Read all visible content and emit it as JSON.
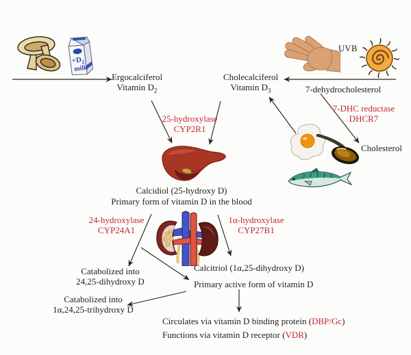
{
  "colors": {
    "background": "#fcfcfa",
    "text": "#24201d",
    "accent_red": "#c5262d",
    "arrow": "#2a2522"
  },
  "sources": {
    "uvb_label": "UVB",
    "milk": {
      "base": "+D",
      "sub": "2",
      "line2": "milk"
    }
  },
  "nodes": {
    "ergocalciferol": {
      "line1": "Ergocalciferol",
      "line2_base": "Vitamin D",
      "line2_sub": "2"
    },
    "cholecalciferol": {
      "line1": "Cholecalciferol",
      "line2_base": "Vitamin D",
      "line2_sub": "3"
    },
    "dehydrocholesterol": {
      "label": "7-dehydrocholesterol"
    },
    "cholesterol": {
      "label": "Cholesterol"
    },
    "calcidiol": {
      "line1": "Calcidiol (25-hydroxy D)",
      "line2": "Primary form of vitamin D in the blood"
    },
    "calcitriol": {
      "line1": "Calcitriol (1α,25-dihydroxy D)",
      "line2": "Primary active form of vitamin D"
    },
    "catabolized_2425": {
      "line1": "Catabolized into",
      "line2": "24,25-dihydroxy D"
    },
    "catabolized_trihydroxy": {
      "line1": "Catabolized into",
      "line2": "1α,24,25-trihydroxy D"
    },
    "circulates": {
      "prefix": "Circulates via vitamin D binding protein (",
      "highlight": "DBP/Gc",
      "suffix": ")"
    },
    "functions": {
      "prefix": "Functions via vitamin D receptor (",
      "highlight": "VDR",
      "suffix": ")"
    }
  },
  "enzymes": {
    "cyp2r1": {
      "line1": "25-hydroxylase",
      "line2": "CYP2R1"
    },
    "dhcr7": {
      "line1": "7-DHC reductase",
      "line2": "DHCR7"
    },
    "cyp24a1": {
      "line1": "24-hydroxylase",
      "line2": "CYP24A1"
    },
    "cyp27b1": {
      "line1": "1α-hydroxylase",
      "line2": "CYP27B1"
    }
  },
  "icons": [
    "mushrooms-icon",
    "milk-carton-icon",
    "hand-icon",
    "sun-icon",
    "liver-icon",
    "fried-egg-icon",
    "oil-spoon-icon",
    "fish-icon",
    "kidneys-icon"
  ]
}
